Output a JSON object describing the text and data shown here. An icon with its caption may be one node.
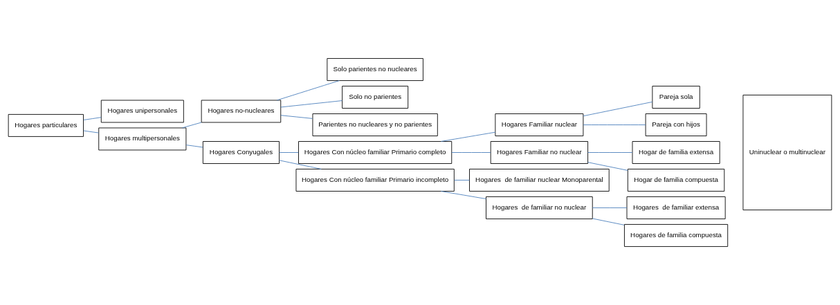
{
  "diagram": {
    "nodes": [
      {
        "text": [
          "Hogares unipersonales"
        ]
      },
      {
        "text": [
          "Hogares particulares"
        ]
      },
      {
        "text": [
          "Solo parientes no nucleares"
        ]
      },
      {
        "text": [
          "Hogares no-nucleares"
        ]
      },
      {
        "text": [
          "Solo no parientes"
        ]
      },
      {
        "text": [
          "Hogares multipersonales"
        ]
      },
      {
        "text": [
          "Parientes no nucleares y no parientes"
        ]
      },
      {
        "text": [
          "Pareja sola"
        ]
      },
      {
        "text": [
          "Hogares Familiar nuclear"
        ]
      },
      {
        "text": [
          "Hogares Con núcleo familiar Primario completo"
        ]
      },
      {
        "text": [
          "Hogares Conyugales"
        ]
      },
      {
        "text": [
          "Pareja con hijos"
        ]
      },
      {
        "text": [
          "Hogares Familiar no nuclear"
        ]
      },
      {
        "text": [
          "Hogar de familia extensa"
        ]
      },
      {
        "text": [
          "Hogares Con núcleo familiar Primario incompleto"
        ]
      },
      {
        "text": [
          "Hogar de familia compuesta"
        ]
      },
      {
        "text": [
          "Hogares  de familiar nuclear Monoparental"
        ]
      },
      {
        "text": [
          "Hogares  de familiar extensa"
        ]
      },
      {
        "text": [
          "Hogares  de familiar no nuclear"
        ]
      },
      {
        "text": [
          "Hogares de familia compuesta"
        ]
      },
      {
        "text": [
          "Uninuclear o multinuclear"
        ]
      }
    ],
    "edges": [
      {
        "from": 1,
        "to": 0,
        "arrow": "none"
      },
      {
        "from": 1,
        "to": 5,
        "arrow": "none"
      },
      {
        "from": 5,
        "to": 3,
        "arrow": "none"
      },
      {
        "from": 5,
        "to": 10,
        "arrow": "none"
      },
      {
        "from": 3,
        "to": 2,
        "arrow": "none"
      },
      {
        "from": 3,
        "to": 4,
        "arrow": "none"
      },
      {
        "from": 3,
        "to": 6,
        "arrow": "none"
      },
      {
        "from": 10,
        "to": 9,
        "arrow": "none"
      },
      {
        "from": 10,
        "to": 14,
        "arrow": "none"
      },
      {
        "from": 9,
        "to": 8,
        "arrow": "none"
      },
      {
        "from": 9,
        "to": 12,
        "arrow": "none"
      },
      {
        "from": 8,
        "to": 7,
        "arrow": "none"
      },
      {
        "from": 8,
        "to": 11,
        "arrow": "none"
      },
      {
        "from": 12,
        "to": 13,
        "arrow": "none"
      },
      {
        "from": 12,
        "to": 15,
        "arrow": "none"
      },
      {
        "from": 14,
        "to": 16,
        "arrow": "none"
      },
      {
        "from": 14,
        "to": 18,
        "arrow": "none"
      },
      {
        "from": 18,
        "to": 17,
        "arrow": "none"
      },
      {
        "from": 18,
        "to": 19,
        "arrow": "none"
      }
    ]
  }
}
